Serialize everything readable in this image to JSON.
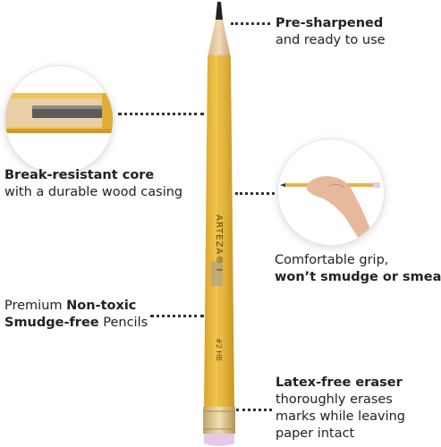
{
  "pencil": {
    "brand": "ARTEZA® I",
    "grade": "#2 HB"
  },
  "features": {
    "sharpened": {
      "bold": "Pre-sharpened",
      "normal": "and ready to use"
    },
    "core": {
      "bold": "Break-resistant core",
      "normal": "with a durable wood casing"
    },
    "grip": {
      "normal": "Comfortable grip,",
      "bold": "won’t smudge or smear"
    },
    "nontoxic": {
      "pre": "Premium ",
      "bold1": "Non-toxic",
      "bold2": "Smudge-free",
      "post": " Pencils"
    },
    "eraser": {
      "bold": "Latex-free eraser",
      "line2": "thoroughly erases",
      "line3": "marks while leaving",
      "line4": "paper intact"
    }
  },
  "colors": {
    "pencil_yellow": "#e8b93f",
    "eraser_pink": "#e6c8e6",
    "ferrule": "#d9c28a"
  }
}
